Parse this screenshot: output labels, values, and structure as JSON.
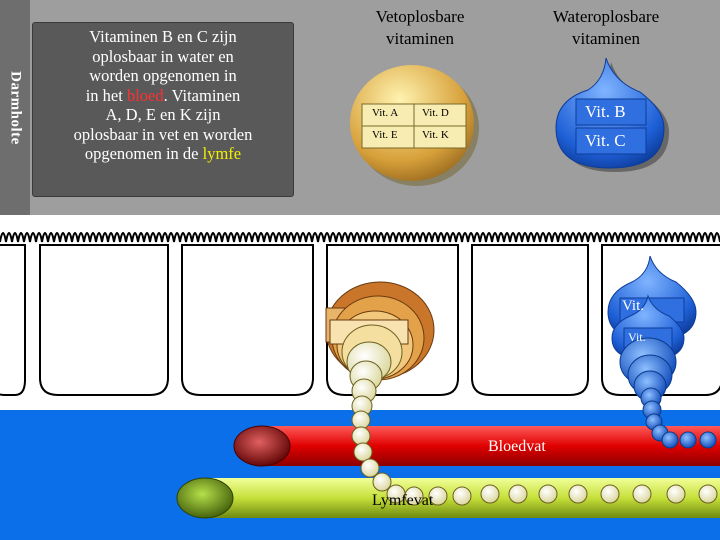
{
  "side_label": "Darmholte",
  "info": {
    "lines": [
      {
        "before": "Vitaminen B en C zijn",
        "hl": "",
        "after": ""
      },
      {
        "before": "oplosbaar in water en",
        "hl": "",
        "after": ""
      },
      {
        "before": "worden opgenomen in",
        "hl": "",
        "after": ""
      },
      {
        "before": "in het ",
        "hl": "bloed",
        "after": ".  Vitaminen"
      },
      {
        "before": "A, D, E en K zijn",
        "hl": "",
        "after": ""
      },
      {
        "before": "oplosbaar in vet en worden",
        "hl": "",
        "after": ""
      },
      {
        "before": "opgenomen in de ",
        "hl": "lymfe",
        "after": ""
      }
    ]
  },
  "fat_title": [
    "Vetoplosbare",
    "vitaminen"
  ],
  "water_title": [
    "Wateroplosbare",
    "vitaminen"
  ],
  "fat_vitamins": [
    "Vit. A",
    "Vit. D",
    "Vit. E",
    "Vit. K"
  ],
  "water_vitamins": [
    "Vit. B",
    "Vit. C"
  ],
  "absorbing_labels": [
    "Vit.",
    "Vit."
  ],
  "blood_vessel_label": "Bloedvat",
  "lymph_vessel_label": "Lymfevat",
  "colors": {
    "lumen": "#9e9e9e",
    "blood_plasma": "#0a6fe8",
    "blood_vessel": "#e00000",
    "lymph_vessel": "#c6e03a",
    "fat_droplet": "#f4e9a8",
    "water_droplet": "#2f7df0"
  }
}
